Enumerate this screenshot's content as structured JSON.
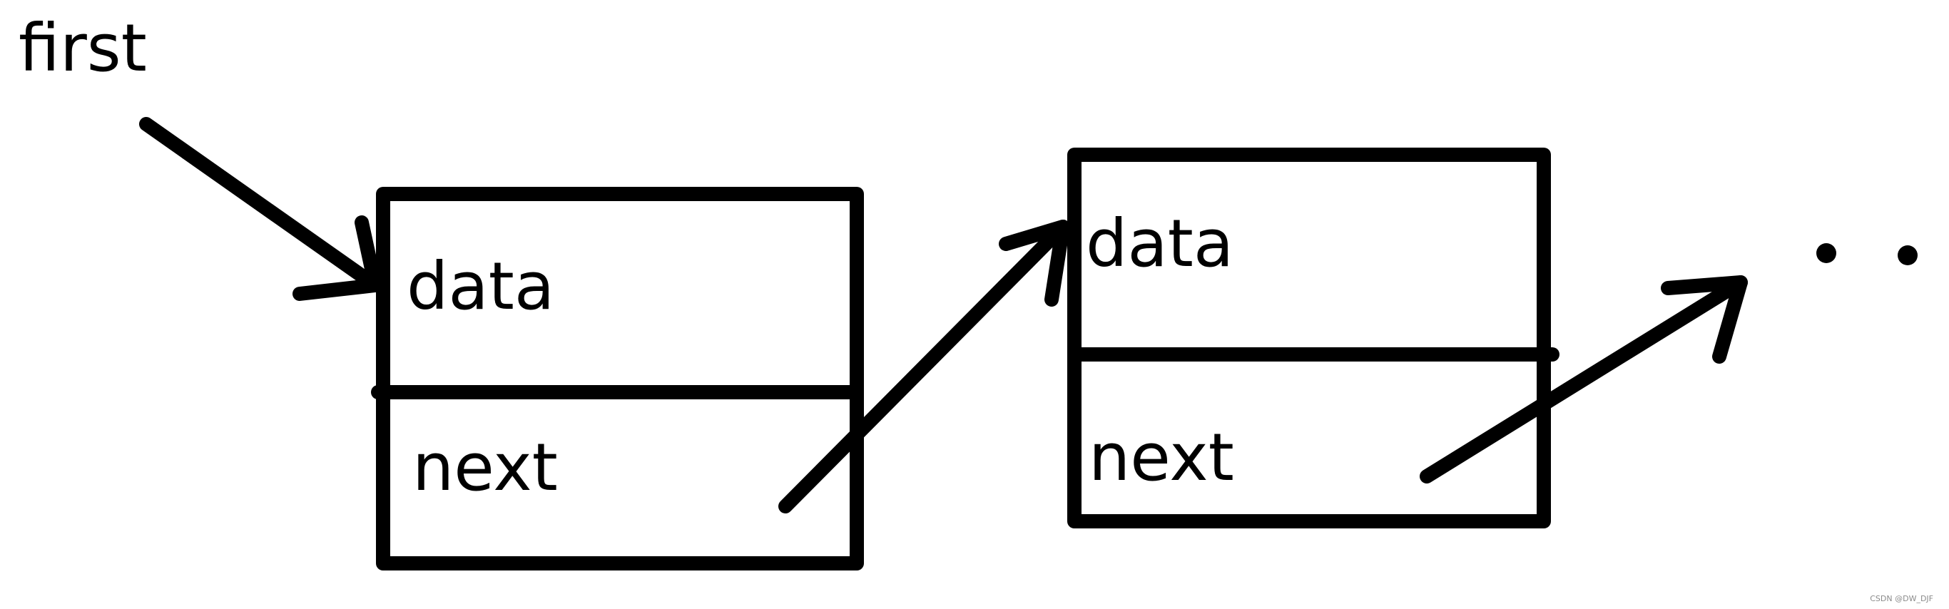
{
  "labels": {
    "pointer": "first",
    "node_1": {
      "field_1": "data",
      "field_2": "next"
    },
    "node_2": {
      "field_1": "data",
      "field_2": "next"
    }
  },
  "continuation": "· ·",
  "watermark": "CSDN @DW_DJF",
  "colors": {
    "ink": "#000000",
    "background": "#ffffff"
  }
}
